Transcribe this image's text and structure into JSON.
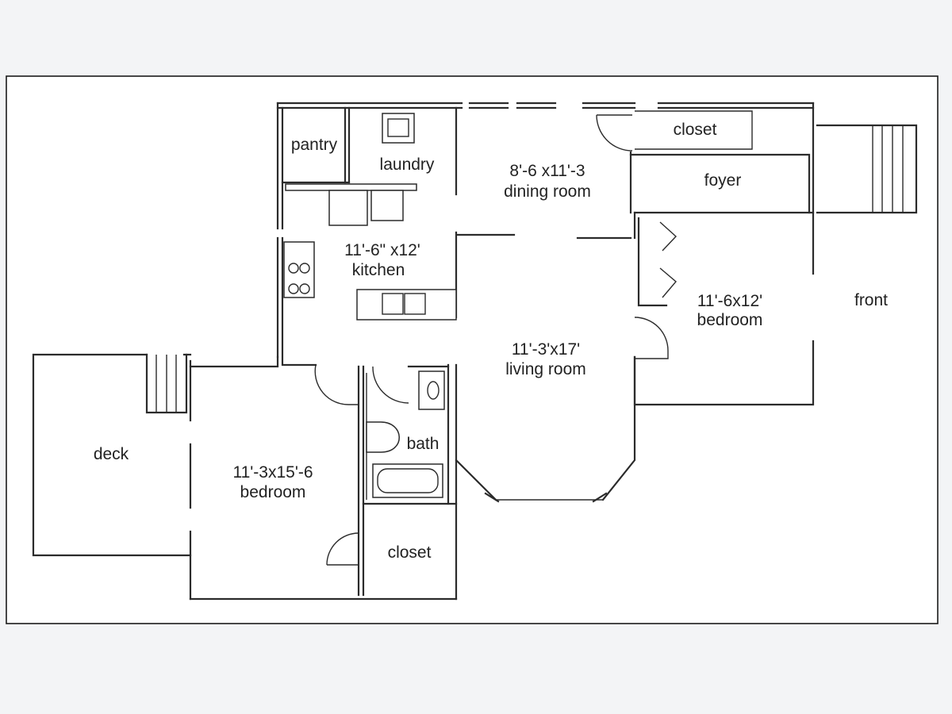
{
  "plan": {
    "pantry": "pantry",
    "laundry": "laundry",
    "closet_top": "closet",
    "foyer": "foyer",
    "dining_size": "8'-6 x11'-3",
    "dining_name": "dining room",
    "kitchen_size": "11'-6\" x12'",
    "kitchen_name": "kitchen",
    "bedroom_right_size": "11'-6x12'",
    "bedroom_right_name": "bedroom",
    "front": "front",
    "living_size": "11'-3'x17'",
    "living_name": "living room",
    "bath": "bath",
    "deck": "deck",
    "bedroom_left_size": "11'-3x15'-6",
    "bedroom_left_name": "bedroom",
    "closet_bottom": "closet"
  }
}
